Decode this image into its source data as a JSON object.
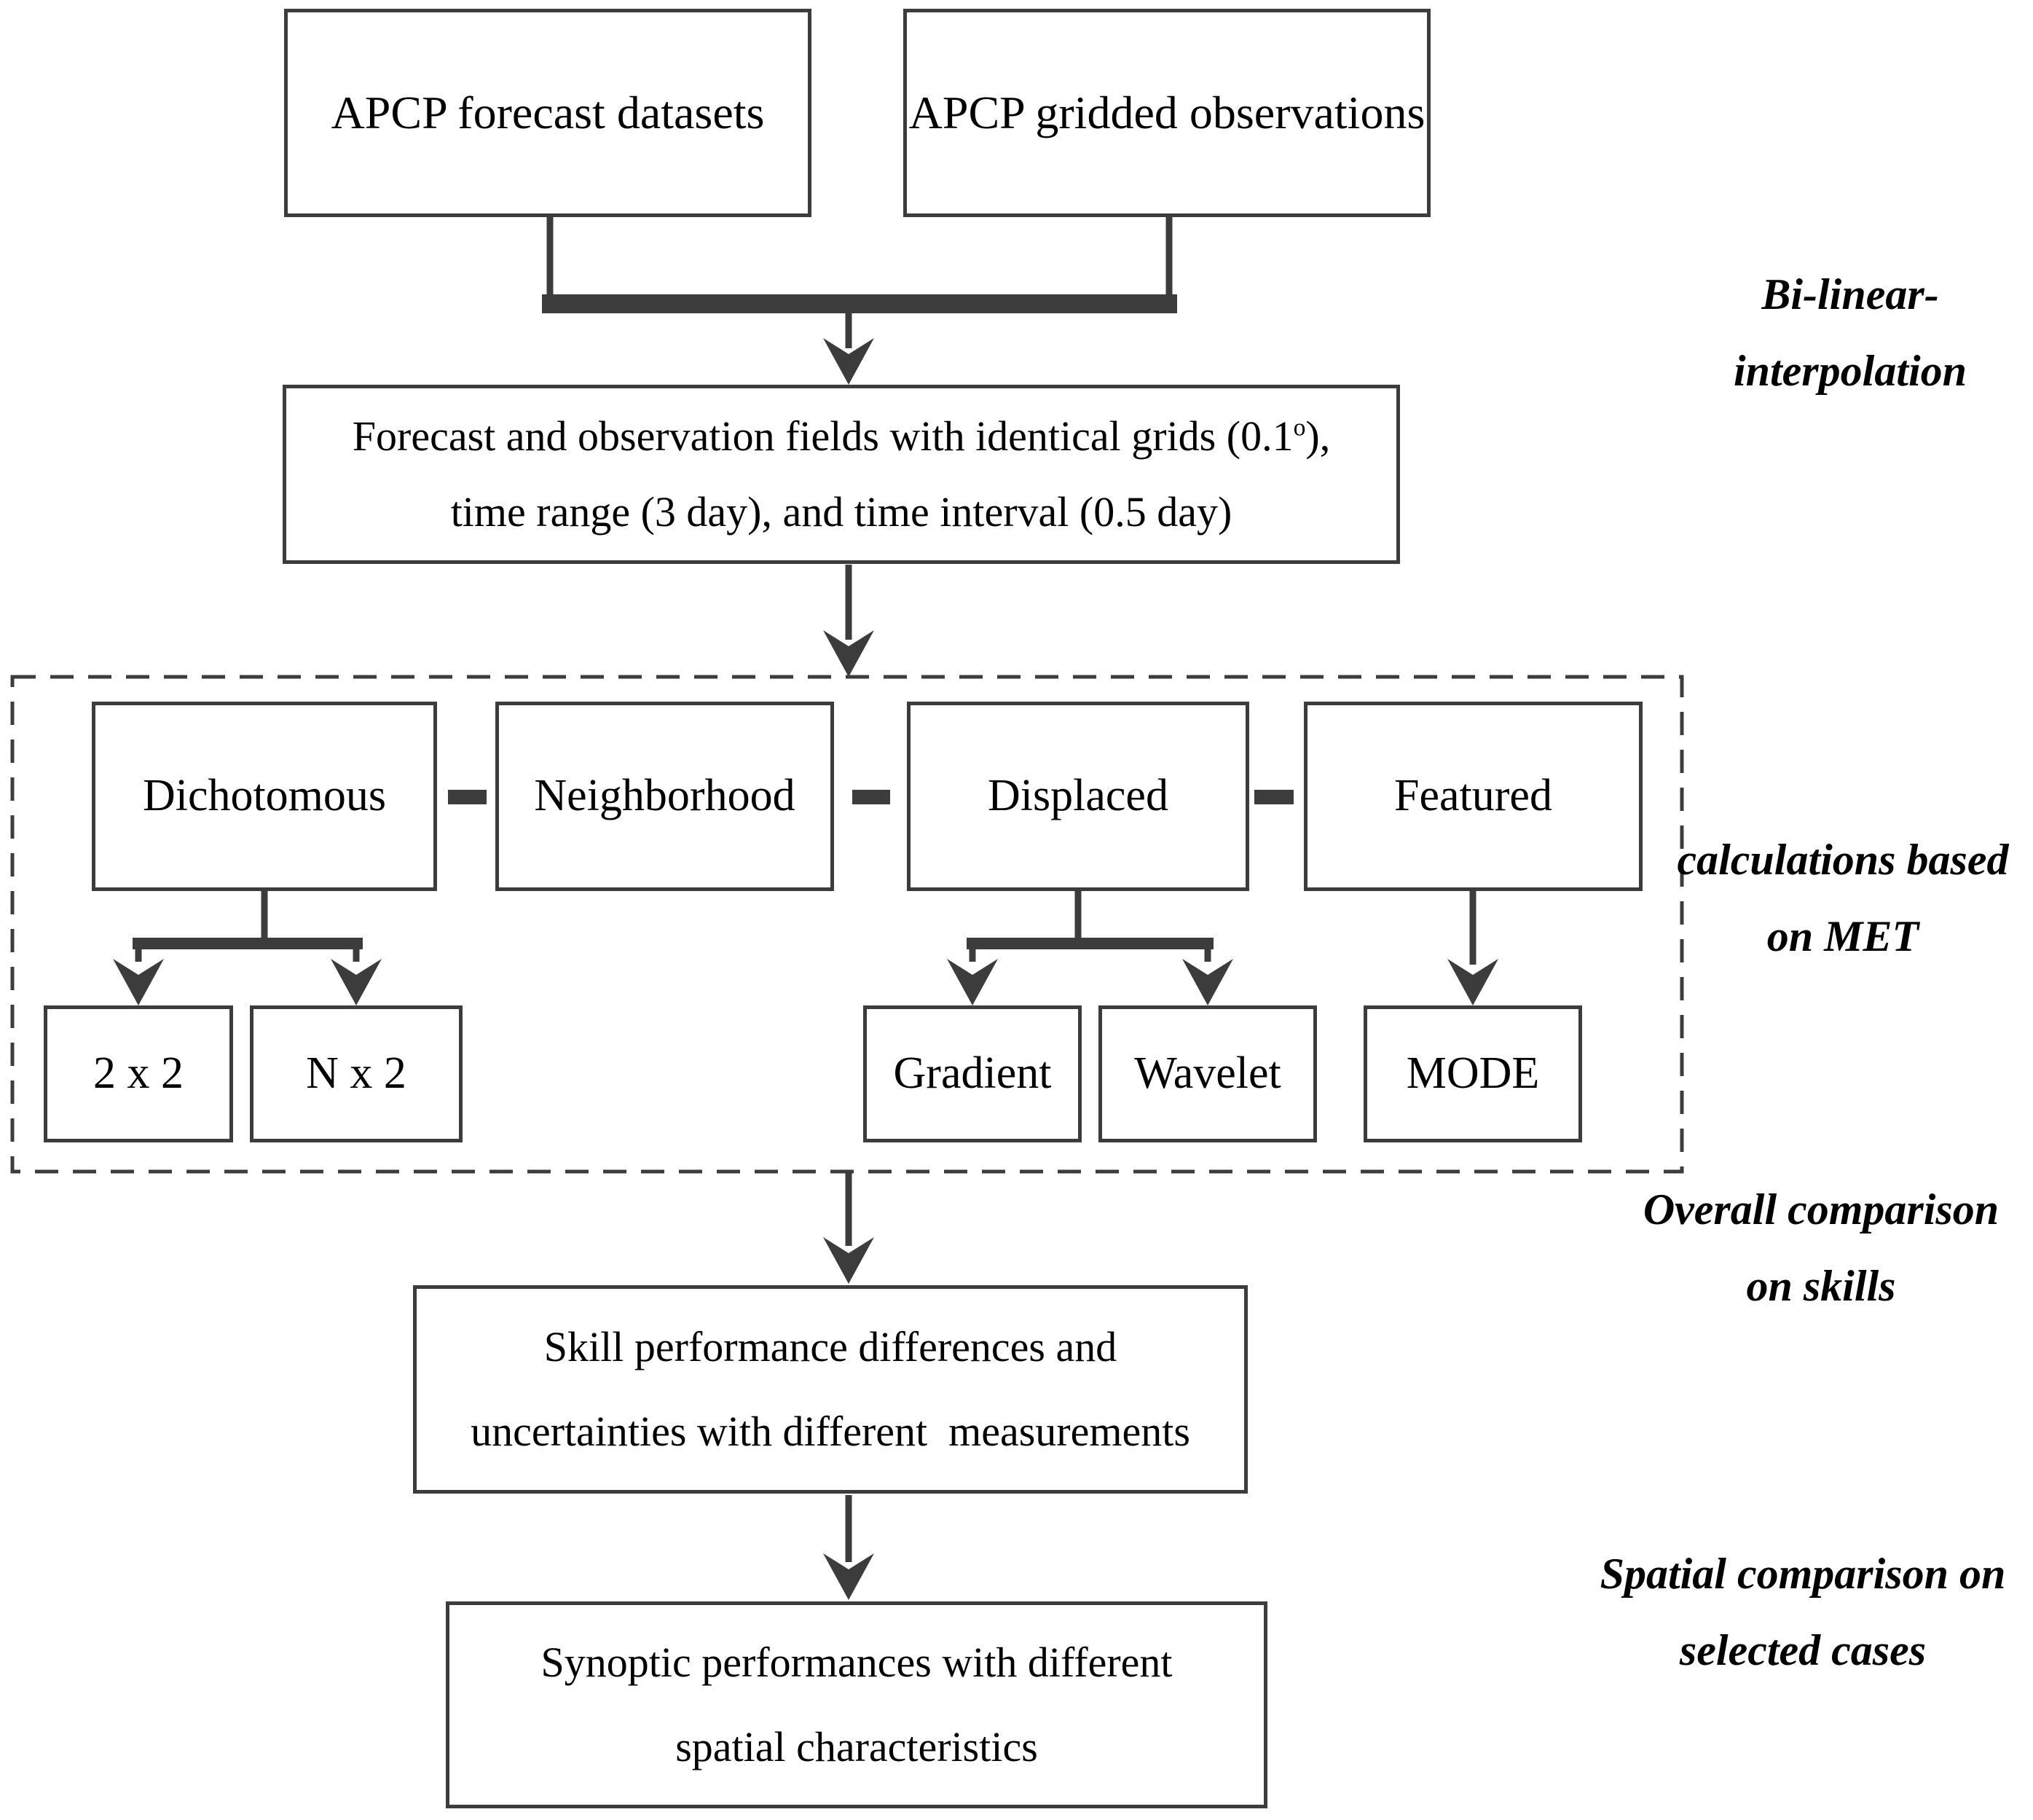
{
  "flowchart": {
    "inputs": {
      "forecast": "APCP forecast datasets",
      "observations": "APCP gridded observations"
    },
    "regrid_box": {
      "line1_prefix": "Forecast and observation fields with identical grids (0.1",
      "line1_sup": "o",
      "line1_suffix": "),",
      "line2": "time range (3 day), and time interval (0.5 day)"
    },
    "met_group": {
      "methods": [
        {
          "label": "Dichotomous"
        },
        {
          "label": "Neighborhood"
        },
        {
          "label": "Displaced"
        },
        {
          "label": "Featured"
        }
      ],
      "sub_methods": [
        {
          "label": "2 x 2"
        },
        {
          "label": "N x 2"
        },
        {
          "label": "Gradient"
        },
        {
          "label": "Wavelet"
        },
        {
          "label": "MODE"
        }
      ]
    },
    "skill_box": {
      "line1": "Skill performance differences and",
      "line2": "uncertainties with different  measurements"
    },
    "synoptic_box": {
      "line1": "Synoptic performances with different",
      "line2": "spatial characteristics"
    },
    "annotations": {
      "bilinear": {
        "line1": "Bi-linear-",
        "line2": "interpolation"
      },
      "met": {
        "line1": "calculations based",
        "line2": "on MET"
      },
      "overall": {
        "line1": "Overall comparison",
        "line2": "on skills"
      },
      "spatial": {
        "line1": "Spatial comparison on",
        "line2": "selected cases"
      }
    },
    "colors": {
      "stroke": "#3c3c3c",
      "text": "#000000",
      "background": "#ffffff"
    }
  }
}
